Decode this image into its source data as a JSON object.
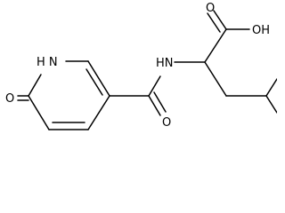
{
  "molecule": {
    "atoms": {
      "hydroxyl": "OH",
      "carboxyl_o": "O",
      "ring_nh": "H N",
      "amide_nh": "HN",
      "ring_ketone_o": "O",
      "amide_o": "O"
    }
  }
}
